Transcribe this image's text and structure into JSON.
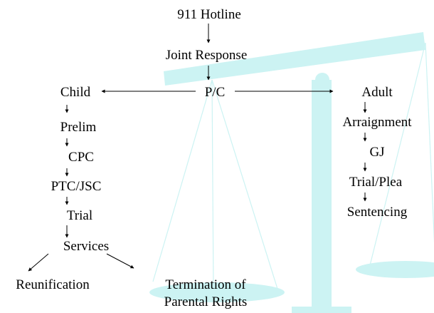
{
  "diagram": {
    "nodes": {
      "hotline": "911 Hotline",
      "joint_response": "Joint Response",
      "pc": "P/C",
      "child": "Child",
      "prelim": "Prelim",
      "cpc": "CPC",
      "ptc_jsc": "PTC/JSC",
      "trial": "Trial",
      "services": "Services",
      "reunification": "Reunification",
      "termination": "Termination of\nParental Rights",
      "adult": "Adult",
      "arraignment": "Arraignment",
      "gj": "GJ",
      "trial_plea": "Trial/Plea",
      "sentencing": "Sentencing"
    },
    "edges": [
      [
        "hotline",
        "joint_response"
      ],
      [
        "joint_response",
        "pc"
      ],
      [
        "pc",
        "child"
      ],
      [
        "pc",
        "adult"
      ],
      [
        "child",
        "prelim"
      ],
      [
        "prelim",
        "cpc"
      ],
      [
        "cpc",
        "ptc_jsc"
      ],
      [
        "ptc_jsc",
        "trial"
      ],
      [
        "trial",
        "services"
      ],
      [
        "services",
        "reunification"
      ],
      [
        "services",
        "termination"
      ],
      [
        "adult",
        "arraignment"
      ],
      [
        "arraignment",
        "gj"
      ],
      [
        "gj",
        "trial_plea"
      ],
      [
        "trial_plea",
        "sentencing"
      ]
    ]
  },
  "colors": {
    "background_scale": "#ccf3f3",
    "text": "#000000",
    "arrow": "#000000"
  },
  "background_icon": "scales-of-justice-icon"
}
